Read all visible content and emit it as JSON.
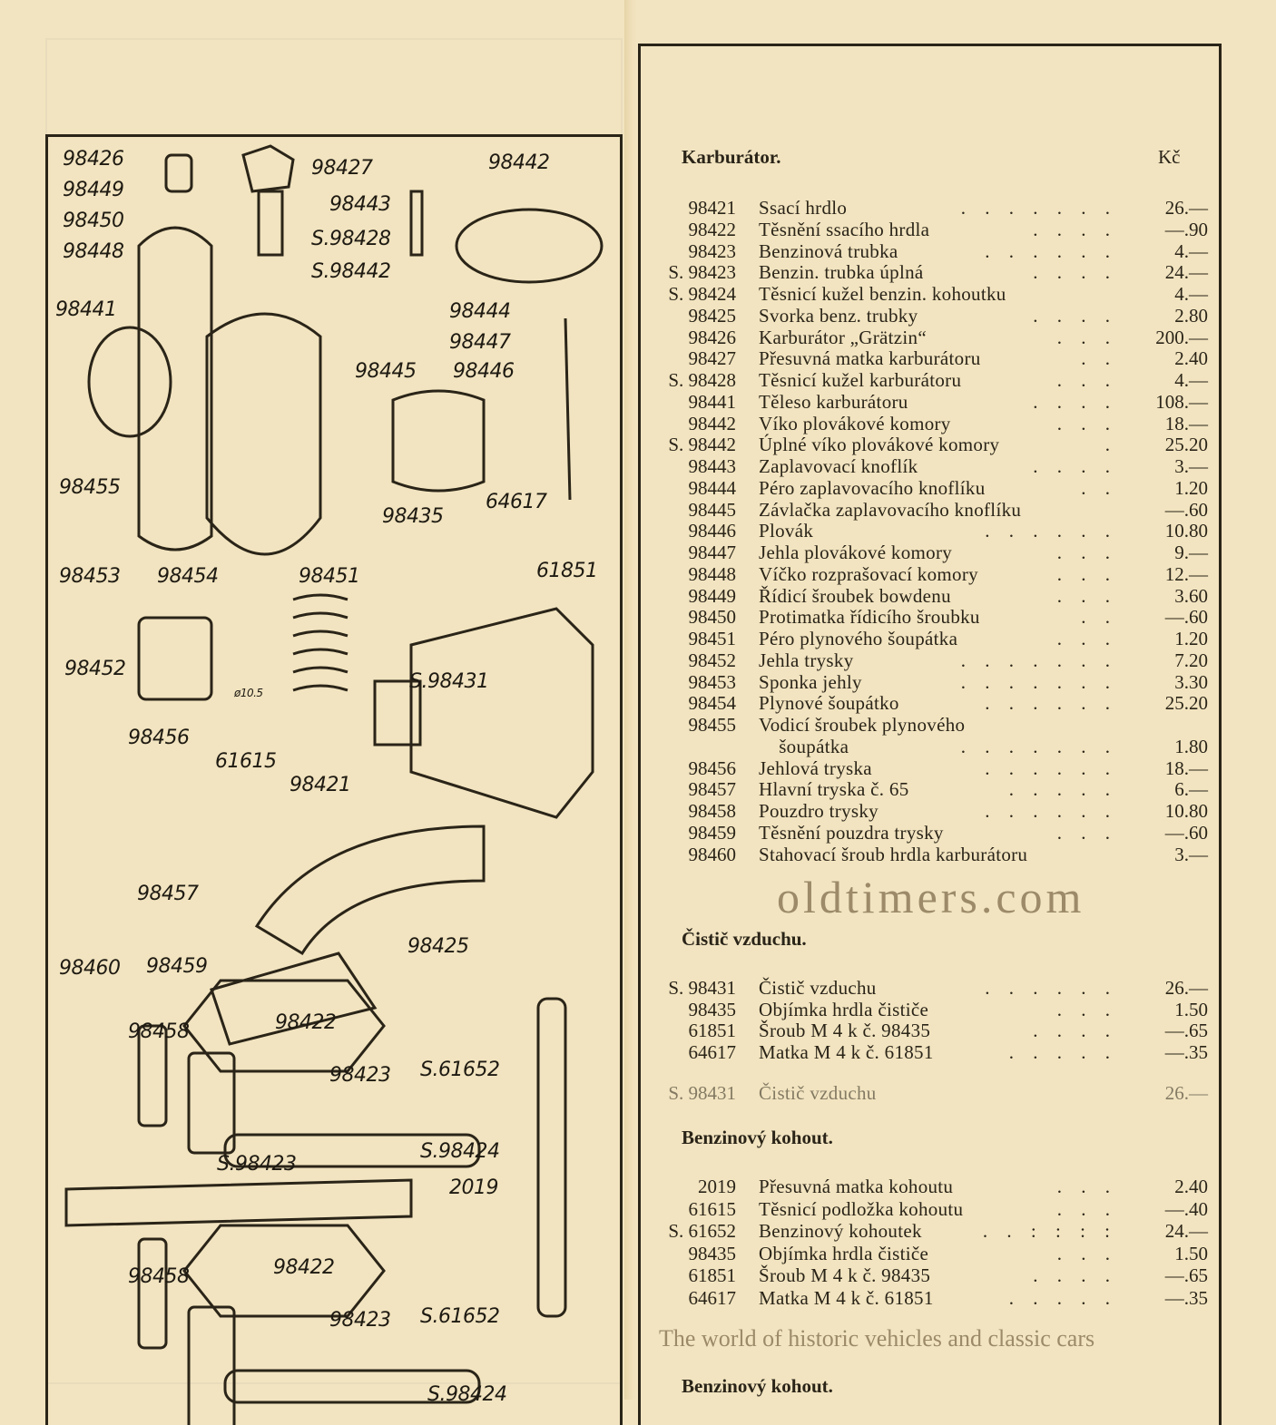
{
  "diagram": {
    "labels": [
      "98426",
      "98449",
      "98450",
      "98448",
      "98441",
      "98427",
      "98443",
      "S.98428",
      "S.98442",
      "98442",
      "98444",
      "98447",
      "98445",
      "98446",
      "98455",
      "64617",
      "98435",
      "61851",
      "98453",
      "98454",
      "98451",
      "98452",
      "S.98431",
      "98456",
      "ø10.5",
      "61615",
      "98421",
      "98457",
      "98459",
      "98460",
      "98425",
      "98422",
      "98458",
      "98423",
      "S.61652",
      "S.98423",
      "S.98424",
      "2019",
      "98458",
      "98422",
      "98423",
      "S.61652",
      "S.98424"
    ]
  },
  "catalog": {
    "karburator": {
      "title": "Karburátor.",
      "currency": "Kč",
      "rows": [
        {
          "no": "98421",
          "desc": "Ssací hrdlo",
          "dots": ". . . . . . .",
          "price": "26.—"
        },
        {
          "no": "98422",
          "desc": "Těsnění ssacího hrdla",
          "dots": ". . . .",
          "price": "—.90"
        },
        {
          "no": "98423",
          "desc": "Benzinová trubka",
          "dots": ". . . . . .",
          "price": "4.—"
        },
        {
          "no": "S. 98423",
          "desc": "Benzin. trubka úplná",
          "dots": ". . . .",
          "price": "24.—"
        },
        {
          "no": "S. 98424",
          "desc": "Těsnicí kužel benzin. kohoutku",
          "dots": "",
          "price": "4.—"
        },
        {
          "no": "98425",
          "desc": "Svorka benz. trubky",
          "dots": ". . . .",
          "price": "2.80"
        },
        {
          "no": "98426",
          "desc": "Karburátor „Grätzin“",
          "dots": ". . .",
          "price": "200.—"
        },
        {
          "no": "98427",
          "desc": "Přesuvná matka karburátoru",
          "dots": ". .",
          "price": "2.40"
        },
        {
          "no": "S. 98428",
          "desc": "Těsnicí kužel karburátoru",
          "dots": ". . .",
          "price": "4.—"
        },
        {
          "no": "98441",
          "desc": "Těleso karburátoru",
          "dots": ". . . .",
          "price": "108.—"
        },
        {
          "no": "98442",
          "desc": "Víko plovákové komory",
          "dots": ". . .",
          "price": "18.—"
        },
        {
          "no": "S. 98442",
          "desc": "Úplné víko plovákové komory",
          "dots": ".",
          "price": "25.20"
        },
        {
          "no": "98443",
          "desc": "Zaplavovací knoflík",
          "dots": ". . . .",
          "price": "3.—"
        },
        {
          "no": "98444",
          "desc": "Péro zaplavovacího knoflíku",
          "dots": ". .",
          "price": "1.20"
        },
        {
          "no": "98445",
          "desc": "Závlačka zaplavovacího knoflíku",
          "dots": "",
          "price": "—.60"
        },
        {
          "no": "98446",
          "desc": "Plovák",
          "dots": ". . . . . .",
          "price": "10.80"
        },
        {
          "no": "98447",
          "desc": "Jehla plovákové komory",
          "dots": ". . .",
          "price": "9.—"
        },
        {
          "no": "98448",
          "desc": "Víčko rozprašovací komory",
          "dots": ". . .",
          "price": "12.—"
        },
        {
          "no": "98449",
          "desc": "Řídicí šroubek bowdenu",
          "dots": ". . .",
          "price": "3.60"
        },
        {
          "no": "98450",
          "desc": "Protimatka řídicího šroubku",
          "dots": ". .",
          "price": "—.60"
        },
        {
          "no": "98451",
          "desc": "Péro plynového šoupátka",
          "dots": ". . .",
          "price": "1.20"
        },
        {
          "no": "98452",
          "desc": "Jehla trysky",
          "dots": ". . . . . . .",
          "price": "7.20"
        },
        {
          "no": "98453",
          "desc": "Sponka jehly",
          "dots": ". . . . . . .",
          "price": "3.30"
        },
        {
          "no": "98454",
          "desc": "Plynové šoupátko",
          "dots": ". . . . . .",
          "price": "25.20"
        },
        {
          "no": "98455",
          "desc": "Vodicí šroubek plynového",
          "dots": "",
          "price": ""
        },
        {
          "no": "",
          "desc": "    šoupátka",
          "dots": ". . . . . . .",
          "price": "1.80"
        },
        {
          "no": "98456",
          "desc": "Jehlová tryska",
          "dots": ". . . . . .",
          "price": "18.—"
        },
        {
          "no": "98457",
          "desc": "Hlavní tryska č. 65",
          "dots": ". . . . .",
          "price": "6.—"
        },
        {
          "no": "98458",
          "desc": "Pouzdro trysky",
          "dots": ". . . . . .",
          "price": "10.80"
        },
        {
          "no": "98459",
          "desc": "Těsnění pouzdra trysky",
          "dots": ". . .",
          "price": "—.60"
        },
        {
          "no": "98460",
          "desc": "Stahovací šroub hrdla karburátoru",
          "dots": "",
          "price": "3.—"
        }
      ]
    },
    "cistic": {
      "title": "Čistič vzduchu.",
      "rows": [
        {
          "no": "S. 98431",
          "desc": "Čistič vzduchu",
          "dots": ". . . . . .",
          "price": "26.—"
        },
        {
          "no": "98435",
          "desc": "Objímka hrdla čističe",
          "dots": ". . .",
          "price": "1.50"
        },
        {
          "no": "61851",
          "desc": "Šroub M 4 k č. 98435",
          "dots": ". . . .",
          "price": "—.65"
        },
        {
          "no": "64617",
          "desc": "Matka M 4 k č. 61851",
          "dots": ". . . . .",
          "price": "—.35"
        }
      ]
    },
    "kohout": {
      "title": "Benzinový kohout.",
      "rows": [
        {
          "no": "2019",
          "desc": "Přesuvná matka kohoutu",
          "dots": ". . .",
          "price": "2.40"
        },
        {
          "no": "61615",
          "desc": "Těsnicí podložka kohoutu",
          "dots": ". . .",
          "price": "—.40"
        },
        {
          "no": "S. 61652",
          "desc": "Benzinový kohoutek",
          "dots": ". . : : : :",
          "price": "24.—"
        },
        {
          "no": "98435",
          "desc": "Objímka hrdla čističe",
          "dots": ". . .",
          "price": "1.50"
        },
        {
          "no": "61851",
          "desc": "Šroub M 4 k č. 98435",
          "dots": ". . . .",
          "price": "—.65"
        },
        {
          "no": "64617",
          "desc": "Matka M 4 k č. 61851",
          "dots": ". . . . .",
          "price": "—.35"
        }
      ],
      "ghost_row": {
        "no": "S. 98431",
        "desc": "Čistič vzduchu",
        "price": "26.—"
      }
    },
    "kohout_repeat": {
      "title": "Benzinový kohout."
    }
  },
  "watermark": {
    "site": "oldtimers.com",
    "tagline": "The world of historic vehicles and classic cars"
  }
}
